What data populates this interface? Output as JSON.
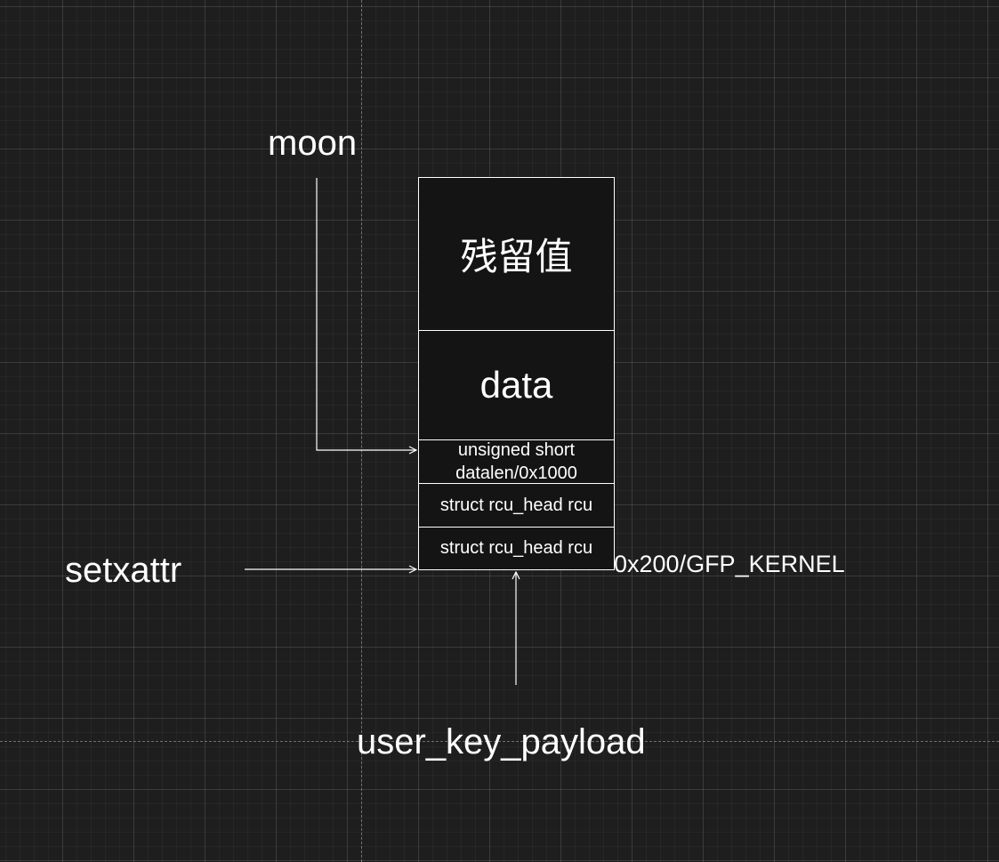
{
  "labels": {
    "moon": "moon",
    "setxattr": "setxattr",
    "user_key_payload": "user_key_payload",
    "flags": "0x200/GFP_KERNEL"
  },
  "struct_cells": {
    "residual": "残留值",
    "data": "data",
    "datalen_line1": "unsigned short",
    "datalen_line2": "datalen/0x1000",
    "rcu_1": "struct rcu_head  rcu",
    "rcu_2": "struct rcu_head  rcu"
  },
  "colors": {
    "background": "#1e1e1e",
    "box_fill": "#141414",
    "stroke": "#ffffff",
    "text": "#ffffff"
  }
}
